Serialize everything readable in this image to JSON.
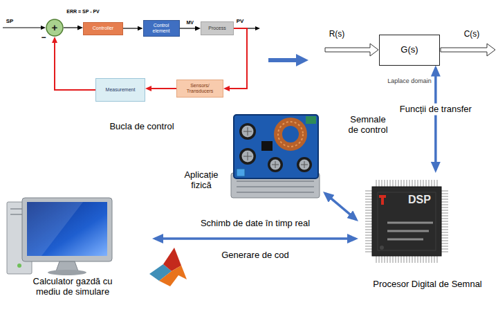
{
  "diagram": {
    "nodes": [
      {
        "text": [
          "+"
        ]
      },
      {
        "text": [
          "Controller"
        ]
      },
      {
        "text": [
          "Control element"
        ]
      },
      {
        "text": [
          "Process"
        ]
      },
      {
        "text": [
          "Sensors/ Transducers"
        ]
      },
      {
        "text": [
          "Measurement"
        ]
      },
      {
        "text": [
          "G(s)"
        ]
      },
      {
        "text": [
          "Aplicație fizică"
        ]
      },
      {
        "text": [
          "DSP",
          "Procesor Digital de Semnal"
        ]
      },
      {
        "text": [
          "Calculator gazdă cu mediu de simulare"
        ]
      }
    ],
    "edges": [
      {
        "from": 0,
        "to": 1,
        "arrow": "to",
        "label": "ERR = SP - PV"
      },
      {
        "from": 1,
        "to": 2,
        "arrow": "to"
      },
      {
        "from": 2,
        "to": 3,
        "arrow": "to",
        "label": "MV"
      },
      {
        "from": 3,
        "to": 4,
        "arrow": "to"
      },
      {
        "from": 4,
        "to": 5,
        "arrow": "to"
      },
      {
        "from": 5,
        "to": 0,
        "arrow": "to"
      },
      {
        "from": 6,
        "to": 8,
        "arrow": "both",
        "label": "Funcții de transfer"
      },
      {
        "from": 7,
        "to": 8,
        "arrow": "both"
      },
      {
        "from": 9,
        "to": 8,
        "arrow": "both",
        "label": "Schimb de date în timp real"
      }
    ],
    "labels": [
      "SP",
      "PV",
      "−",
      "Bucla de control",
      "R(s)",
      "C(s)",
      "Laplace domain",
      "Semnale de control",
      "Generare de cod"
    ]
  }
}
